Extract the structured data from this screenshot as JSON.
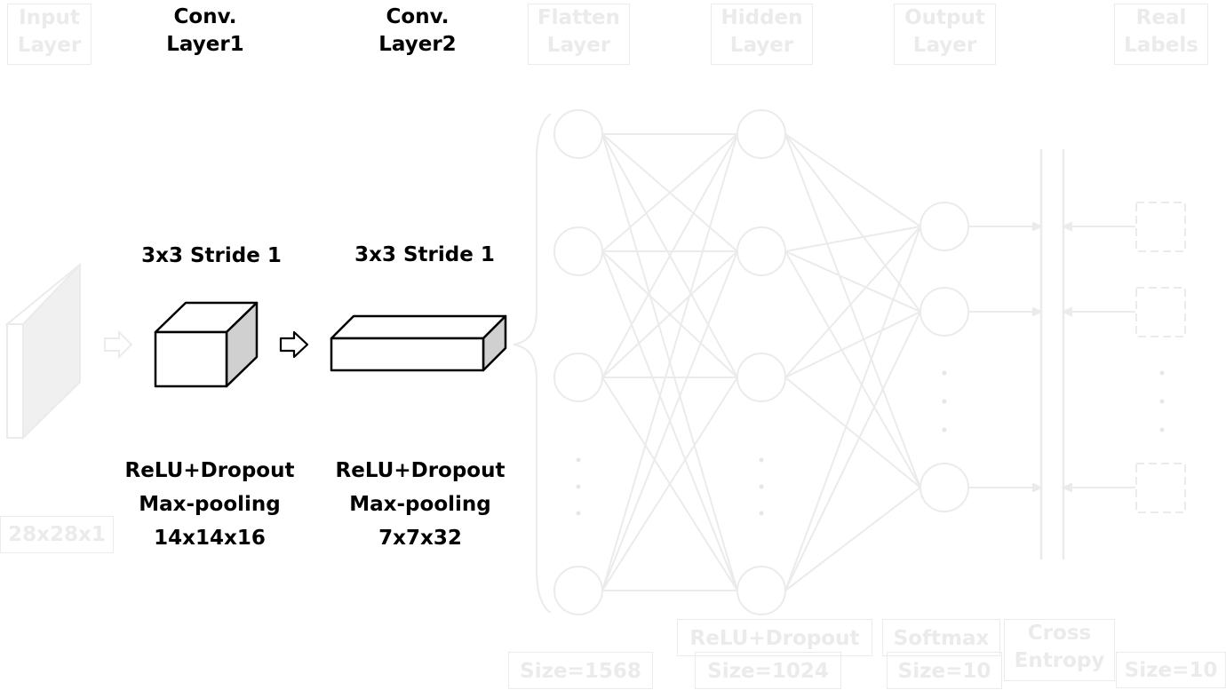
{
  "labels": {
    "input_layer": "Input\nLayer",
    "conv_layer1": "Conv.\nLayer1",
    "conv_layer2": "Conv.\nLayer2",
    "flatten_layer": "Flatten\nLayer",
    "hidden_layer": "Hidden\nLayer",
    "output_layer": "Output\nLayer",
    "real_labels": "Real\nLabels",
    "conv1_kernel": "3x3 Stride 1",
    "conv2_kernel": "3x3 Stride 1",
    "conv1_ops": "ReLU+Dropout\nMax-pooling\n14x14x16",
    "conv2_ops": "ReLU+Dropout\nMax-pooling\n7x7x32",
    "input_size": "28x28x1",
    "flatten_size": "Size=1568",
    "hidden_ops": "ReLU+Dropout",
    "hidden_size": "Size=1024",
    "softmax": "Softmax",
    "output_size": "Size=10",
    "cross_entropy": "Cross\nEntropy",
    "labels_size": "Size=10"
  },
  "colors": {
    "highlight": "#000000",
    "faded": "#ebebeb",
    "tensor_side": "#d0d0d0",
    "input_face": "#d3d3d3"
  }
}
